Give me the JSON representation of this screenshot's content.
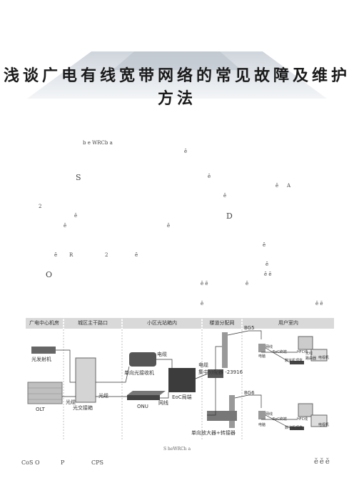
{
  "title": "浅谈广电有线宽带网络的常见故障及维护方法",
  "fragments": [
    "b e WRCb a",
    "ĕ",
    "S",
    "ĕ",
    "ĕ",
    "A",
    "ĕ",
    "2",
    "ĕ",
    "D",
    "ĕ",
    "ĕ",
    "ĕ",
    "ĕ",
    "R",
    "2",
    "ĕ",
    "ĕ",
    "O",
    "ĕ ĕ",
    "ĕ ĕ",
    "ĕ",
    "ĕ",
    "ĕ ĕ"
  ],
  "diagram": {
    "headers": [
      "广电中心机房",
      "城区主干路口",
      "小区光站箱内",
      "楼道分配网",
      "用户室内"
    ],
    "labels": {
      "transmitter": "光发射机",
      "olt": "OLT",
      "fiber_a": "光缆",
      "fiber_b": "光缆",
      "fiber_box": "光交接箱",
      "optical_receiver": "单向光接收机",
      "cable_top": "电缆",
      "onu": "ONU",
      "network_cable": "网线",
      "eoc_head": "EoC局端",
      "cable_mid": "电缆",
      "splitter": "集中分配器 -23916",
      "amplifier": "单向放大器+转接器",
      "bg5": "BG5",
      "bg6": "BG6",
      "net_top": "网线",
      "eoc_terminal_top": "EoC终端",
      "pc_top": "电脑",
      "hfc_top": "HFC线",
      "stb_top": "数字机顶盒",
      "wireless_router": "无线\n路由器",
      "tv_top": "电视机",
      "net_bottom": "网线",
      "eoc_terminal_bottom": "EoC终端",
      "pc_bottom": "电脑",
      "hfc_bottom": "HFC线",
      "stb_bottom": "数字机顶盒",
      "tv_bottom": "电视机"
    },
    "caption": "S    heWRCh a"
  },
  "footer": {
    "left": "CoS O",
    "mid1": "P",
    "mid2": "CPS",
    "page": "ĕĕĕ"
  }
}
